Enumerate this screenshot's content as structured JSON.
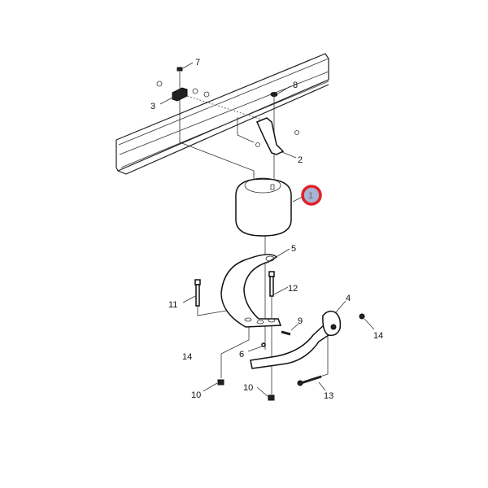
{
  "diagram": {
    "title": "Air spring rear suspension exploded view",
    "highlight_color": "#e0202a",
    "callout_fill": "#a8b4d0",
    "highlighted_callout": "1",
    "labels": {
      "p1": "1",
      "p2": "2",
      "p3": "3",
      "p4": "4",
      "p5": "5",
      "p6": "6",
      "p7": "7",
      "p8": "8",
      "p9": "9",
      "p10a": "10",
      "p10b": "10",
      "p11": "11",
      "p12": "12",
      "p13": "13",
      "p14a": "14",
      "p14b": "14"
    }
  }
}
